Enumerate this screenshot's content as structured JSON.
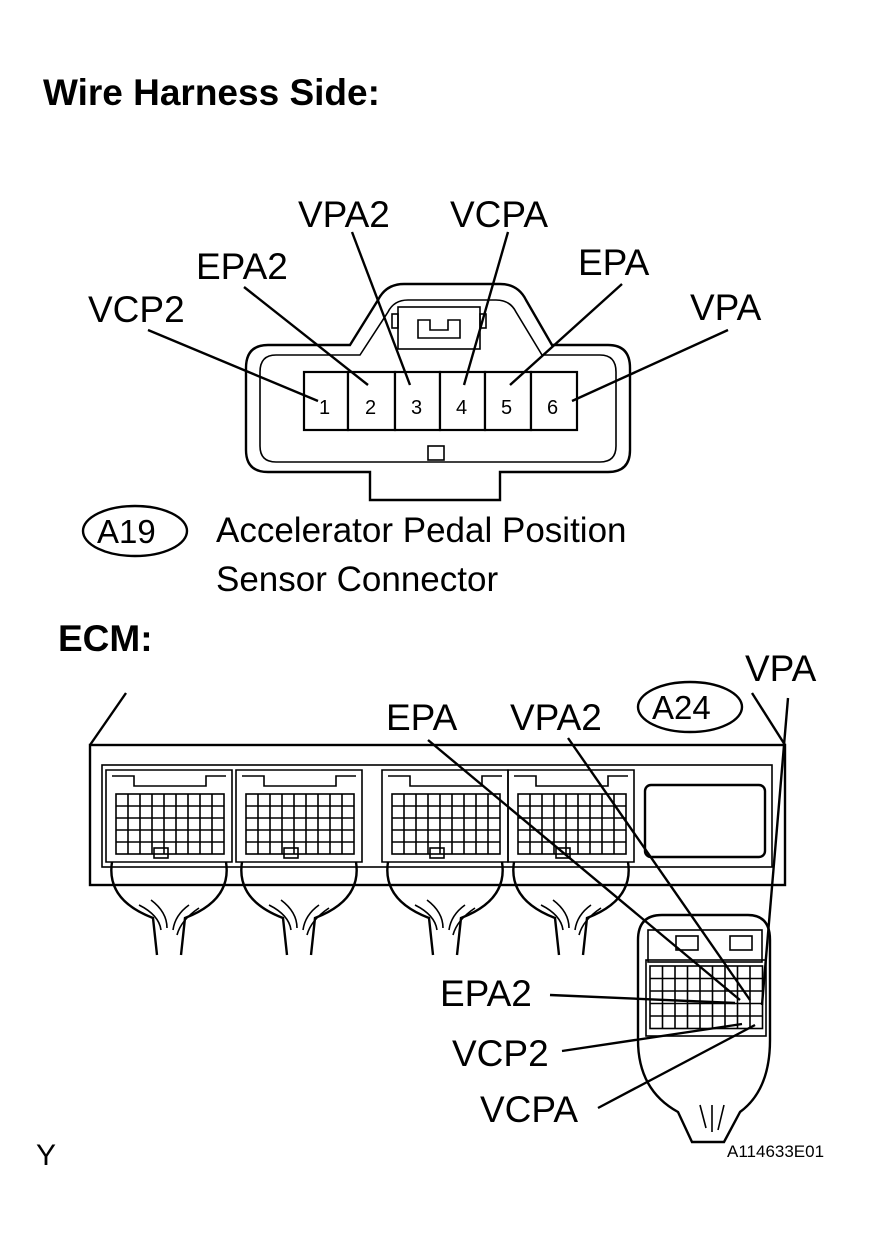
{
  "harness": {
    "title": "Wire Harness Side:",
    "pins": [
      "1",
      "2",
      "3",
      "4",
      "5",
      "6"
    ],
    "labels": {
      "vcp2": "VCP2",
      "epa2": "EPA2",
      "vpa2": "VPA2",
      "vcpa": "VCPA",
      "epa": "EPA",
      "vpa": "VPA"
    },
    "connector_id": "A19",
    "connector_name_line1": "Accelerator Pedal Position",
    "connector_name_line2": "Sensor Connector"
  },
  "ecm": {
    "title": "ECM:",
    "connector_id": "A24",
    "labels": {
      "vpa": "VPA",
      "epa": "EPA",
      "vpa2": "VPA2",
      "epa2": "EPA2",
      "vcp2": "VCP2",
      "vcpa": "VCPA"
    }
  },
  "footer": {
    "left_mark": "Y",
    "figure_code": "A114633E01"
  }
}
